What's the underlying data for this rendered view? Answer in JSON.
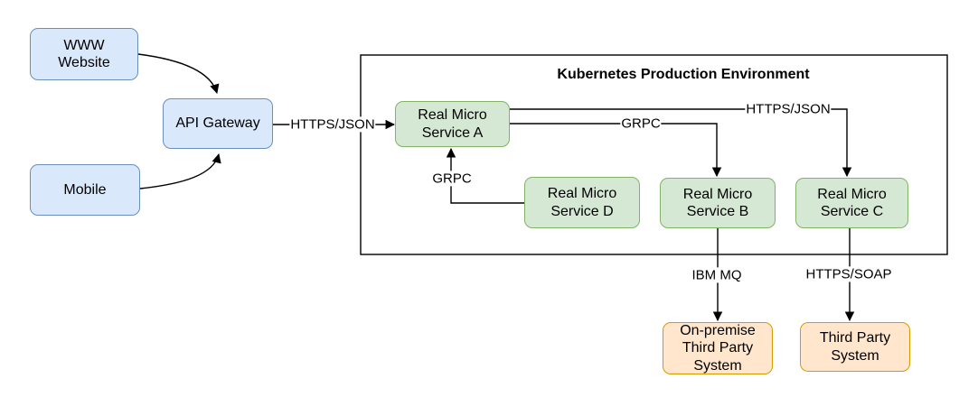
{
  "colors": {
    "canvas_bg": "#ffffff",
    "line": "#000000",
    "container_stroke": "#000000",
    "blue_fill": "#dae8fc",
    "blue_stroke": "#6c8ebf",
    "green_fill": "#d5e8d4",
    "green_stroke": "#82b366",
    "orange_fill": "#ffe6cc",
    "orange_stroke": "#d79b00"
  },
  "kubernetes_container": {
    "title": "Kubernetes Production Environment"
  },
  "nodes": {
    "www_website": {
      "label": "WWW\nWebsite"
    },
    "mobile": {
      "label": "Mobile"
    },
    "api_gateway": {
      "label": "API Gateway"
    },
    "service_a": {
      "label": "Real Micro\nService A"
    },
    "service_d": {
      "label": "Real Micro\nService D"
    },
    "service_b": {
      "label": "Real Micro\nService B"
    },
    "service_c": {
      "label": "Real Micro\nService C"
    },
    "onprem_third_party": {
      "label": "On-premise\nThird Party\nSystem"
    },
    "third_party": {
      "label": "Third Party\nSystem"
    }
  },
  "edges": {
    "www_to_gateway": {
      "from": "WWW Website",
      "to": "API Gateway",
      "label": ""
    },
    "mobile_to_gateway": {
      "from": "Mobile",
      "to": "API Gateway",
      "label": ""
    },
    "gateway_to_service_a": {
      "from": "API Gateway",
      "to": "Real Micro Service A",
      "label": "HTTPS/JSON"
    },
    "service_a_to_service_c": {
      "from": "Real Micro Service A",
      "to": "Real Micro Service C",
      "label": "HTTPS/JSON"
    },
    "service_a_to_service_b": {
      "from": "Real Micro Service A",
      "to": "Real Micro Service B",
      "label": "GRPC"
    },
    "service_d_to_service_a": {
      "from": "Real Micro Service D",
      "to": "Real Micro Service A",
      "label": "GRPC"
    },
    "service_b_to_onprem": {
      "from": "Real Micro Service B",
      "to": "On-premise Third Party System",
      "label": "IBM MQ"
    },
    "service_c_to_third_party": {
      "from": "Real Micro Service C",
      "to": "Third Party System",
      "label": "HTTPS/SOAP"
    }
  }
}
